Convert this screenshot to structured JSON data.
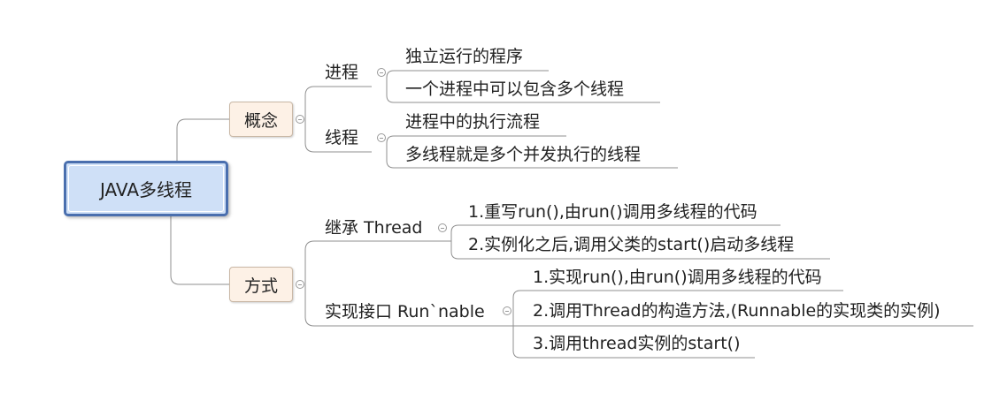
{
  "root": {
    "label": "JAVA多线程"
  },
  "concept": {
    "label": "概念",
    "process": {
      "label": "进程",
      "items": [
        "独立运行的程序",
        "一个进程中可以包含多个线程"
      ]
    },
    "thread": {
      "label": "线程",
      "items": [
        "进程中的执行流程",
        "多线程就是多个并发执行的线程"
      ]
    }
  },
  "method": {
    "label": "方式",
    "inherit": {
      "label": "继承 Thread",
      "items": [
        "1.重写run(),由run()调用多线程的代码",
        "2.实例化之后,调用父类的start()启动多线程"
      ]
    },
    "runnable": {
      "label": "实现接口 Run`nable",
      "items": [
        "1.实现run(),由run()调用多线程的代码",
        "2.调用Thread的构造方法,(Runnable的实现类的实例)",
        "3.调用thread实例的start()"
      ]
    }
  }
}
